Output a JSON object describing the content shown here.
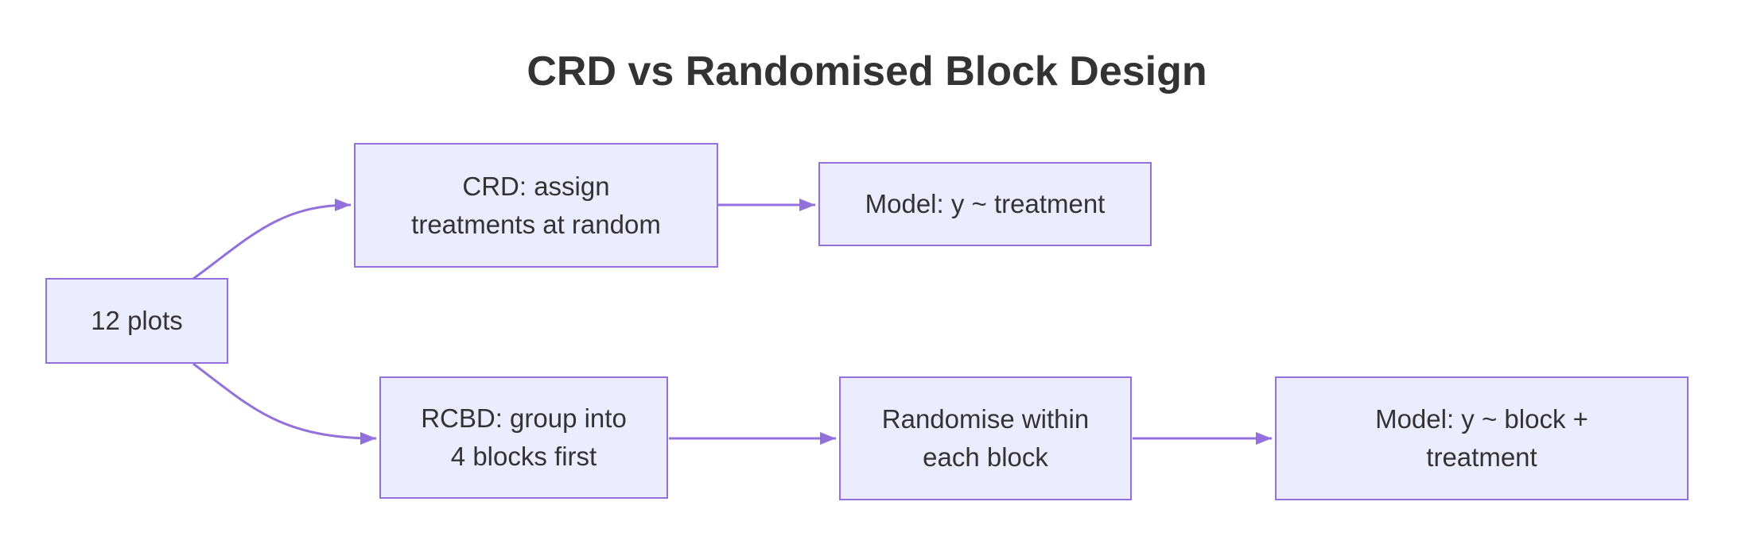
{
  "title": "CRD vs Randomised Block Design",
  "colors": {
    "node_fill": "#ECECFF",
    "node_border": "#9370DB",
    "edge": "#9370DB",
    "text": "#333333",
    "background": "#ffffff"
  },
  "nodes": [
    {
      "id": "plots",
      "label": "12 plots"
    },
    {
      "id": "crd",
      "label": "CRD: assign\ntreatments at random"
    },
    {
      "id": "crd-model",
      "label": "Model: y ~ treatment"
    },
    {
      "id": "rcbd",
      "label": "RCBD: group into\n4 blocks first"
    },
    {
      "id": "randomise",
      "label": "Randomise within\neach block"
    },
    {
      "id": "rcbd-model",
      "label": "Model: y ~ block +\ntreatment"
    }
  ],
  "edges": [
    {
      "from": "plots",
      "to": "crd"
    },
    {
      "from": "plots",
      "to": "rcbd"
    },
    {
      "from": "crd",
      "to": "crd-model"
    },
    {
      "from": "rcbd",
      "to": "randomise"
    },
    {
      "from": "randomise",
      "to": "rcbd-model"
    }
  ]
}
